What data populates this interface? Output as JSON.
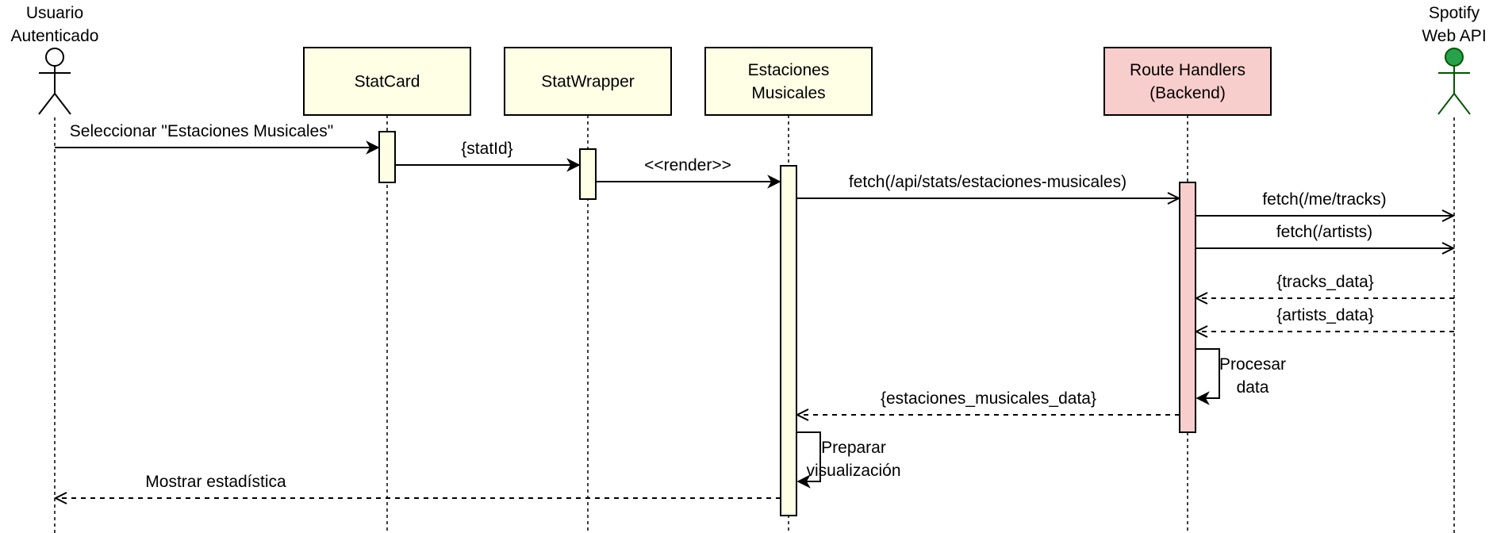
{
  "participants": [
    {
      "id": "user",
      "kind": "actor",
      "lines": [
        "Usuario",
        "Autenticado"
      ],
      "head_fill": "#ffffff",
      "stroke": "#000000"
    },
    {
      "id": "statcard",
      "kind": "box",
      "lines": [
        "StatCard"
      ],
      "fill": "#ffffe6",
      "stroke": "#000000"
    },
    {
      "id": "statwrapper",
      "kind": "box",
      "lines": [
        "StatWrapper"
      ],
      "fill": "#ffffe6",
      "stroke": "#000000"
    },
    {
      "id": "estaciones",
      "kind": "box",
      "lines": [
        "Estaciones",
        "Musicales"
      ],
      "fill": "#ffffe6",
      "stroke": "#000000"
    },
    {
      "id": "routes",
      "kind": "box",
      "lines": [
        "Route Handlers",
        "(Backend)"
      ],
      "fill": "#f8cecc",
      "stroke": "#000000"
    },
    {
      "id": "spotify",
      "kind": "actor",
      "lines": [
        "Spotify",
        "Web API"
      ],
      "head_fill": "#27a24a",
      "stroke": "#005700"
    }
  ],
  "activations": [
    {
      "participant": "statcard",
      "from_step": 0,
      "to_step": 1,
      "fill": "#ffffe6"
    },
    {
      "participant": "statwrapper",
      "from_step": 1,
      "to_step": 2,
      "fill": "#ffffe6"
    },
    {
      "participant": "estaciones",
      "from_step": 2,
      "to_step": 11,
      "fill": "#ffffe6"
    },
    {
      "participant": "routes",
      "from_step": 3,
      "to_step": 9,
      "fill": "#f8cecc"
    }
  ],
  "messages": [
    {
      "from": "user",
      "to": "statcard",
      "label": [
        "Seleccionar \"Estaciones Musicales\""
      ],
      "style": "solid"
    },
    {
      "from": "statcard",
      "to": "statwrapper",
      "label": [
        "{statId}"
      ],
      "style": "solid"
    },
    {
      "from": "statwrapper",
      "to": "estaciones",
      "label": [
        "<<render>>"
      ],
      "style": "solid"
    },
    {
      "from": "estaciones",
      "to": "routes",
      "label": [
        "fetch(/api/stats/estaciones-musicales)"
      ],
      "style": "open"
    },
    {
      "from": "routes",
      "to": "spotify",
      "label": [
        "fetch(/me/tracks)"
      ],
      "style": "open"
    },
    {
      "from": "routes",
      "to": "spotify",
      "label": [
        "fetch(/artists)"
      ],
      "style": "open"
    },
    {
      "from": "spotify",
      "to": "routes",
      "label": [
        "{tracks_data}"
      ],
      "style": "dashed"
    },
    {
      "from": "spotify",
      "to": "routes",
      "label": [
        "{artists_data}"
      ],
      "style": "dashed"
    },
    {
      "from": "routes",
      "to": "routes",
      "label": [
        "Procesar",
        "data"
      ],
      "style": "self"
    },
    {
      "from": "routes",
      "to": "estaciones",
      "label": [
        "{estaciones_musicales_data}"
      ],
      "style": "dashed"
    },
    {
      "from": "estaciones",
      "to": "estaciones",
      "label": [
        "Preparar",
        "visualización"
      ],
      "style": "self"
    },
    {
      "from": "estaciones",
      "to": "user",
      "label": [
        "Mostrar estadística"
      ],
      "style": "dashed"
    }
  ]
}
